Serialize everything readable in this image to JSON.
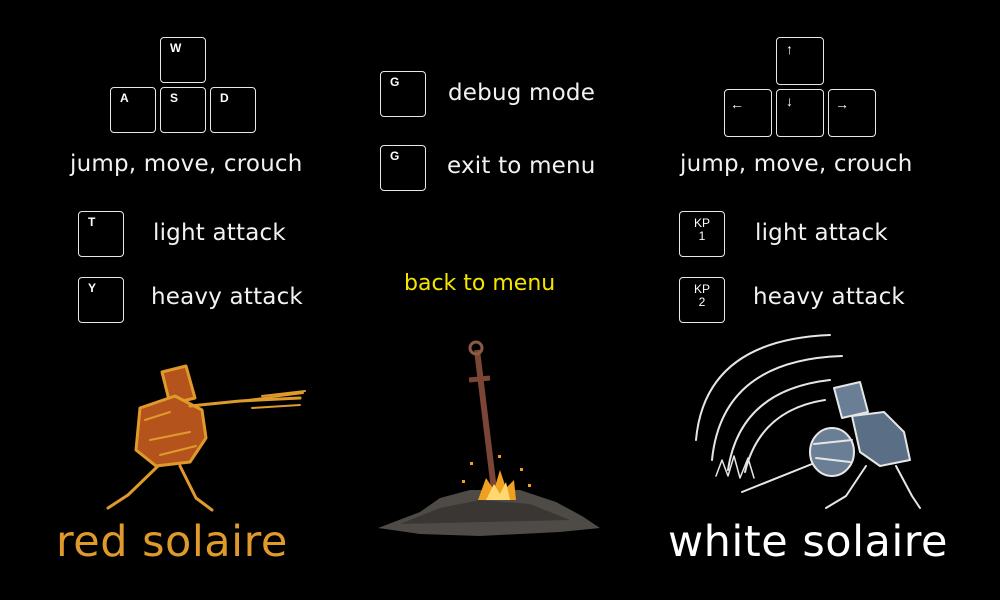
{
  "left_controls": {
    "keys": {
      "up": "W",
      "left": "A",
      "down": "S",
      "right": "D"
    },
    "move_label": "jump, move, crouch",
    "light_key": "T",
    "light_label": "light attack",
    "heavy_key": "Y",
    "heavy_label": "heavy attack"
  },
  "center_controls": {
    "debug_key": "G",
    "debug_label": "debug mode",
    "exit_key": "G",
    "exit_label": "exit to menu",
    "back_label": "back to menu"
  },
  "right_controls": {
    "keys": {
      "up": "↑",
      "left": "←",
      "down": "↓",
      "right": "→"
    },
    "move_label": "jump, move, crouch",
    "light_key_top": "KP",
    "light_key_bottom": "1",
    "light_label": "light attack",
    "heavy_key_top": "KP",
    "heavy_key_bottom": "2",
    "heavy_label": "heavy attack"
  },
  "players": {
    "red_name": "red solaire",
    "white_name": "white solaire"
  },
  "colors": {
    "background": "#000000",
    "red_player": "#e09a2c",
    "white_player": "#ffffff",
    "back_button": "#f5e600"
  },
  "icons": [
    "red-solaire-sprite",
    "bonfire-sword-icon",
    "white-solaire-sprite"
  ]
}
